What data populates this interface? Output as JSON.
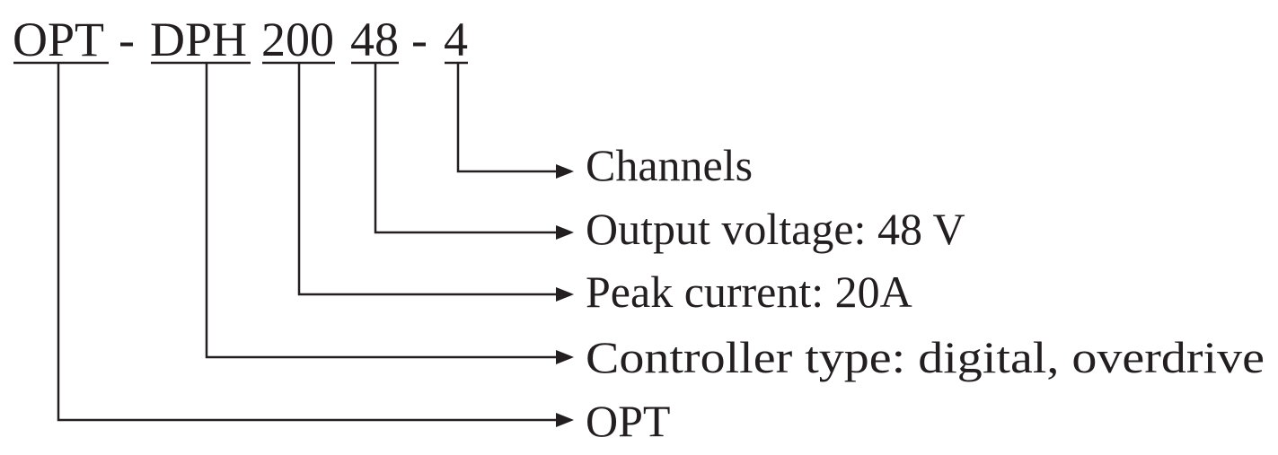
{
  "code": {
    "segments": [
      {
        "id": "opt",
        "text": "OPT"
      },
      {
        "id": "dph",
        "text": "DPH"
      },
      {
        "id": "current",
        "text": "200"
      },
      {
        "id": "voltage",
        "text": "48"
      },
      {
        "id": "channels",
        "text": "4"
      }
    ],
    "separators": [
      "-",
      "-"
    ]
  },
  "legend": [
    {
      "id": "channels",
      "text": "Channels"
    },
    {
      "id": "voltage",
      "text": "Output voltage: 48 V"
    },
    {
      "id": "current",
      "text": "Peak current: 20A"
    },
    {
      "id": "dph",
      "text": "Controller type: digital, overdrive"
    },
    {
      "id": "opt",
      "text": "OPT"
    }
  ]
}
